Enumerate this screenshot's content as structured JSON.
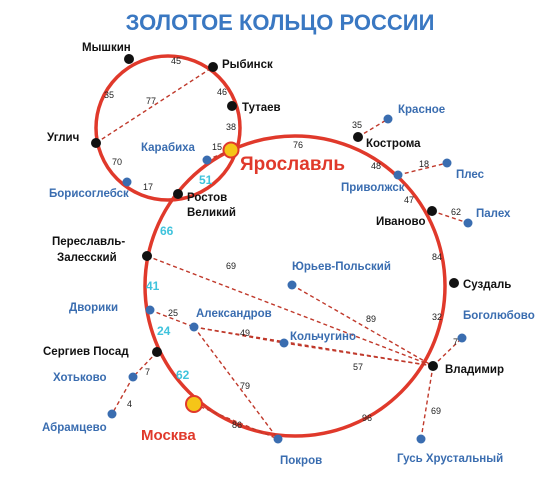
{
  "title": "ЗОЛОТОЕ КОЛЬЦО РОССИИ",
  "colors": {
    "ring": "#e0392b",
    "title": "#3a78c2",
    "blue_label": "#3a6db0",
    "cyan_number": "#3fc3dc",
    "main_city_marker": "#f5c518",
    "node": "#111111",
    "side_node": "#3a6db0"
  },
  "cities": {
    "myshkin": "Мышкин",
    "rybinsk": "Рыбинск",
    "tutaev": "Тутаев",
    "uglich": "Углич",
    "karabikha": "Карабиха",
    "yaroslavl": "Ярославль",
    "kostroma": "Кострома",
    "krasnoe": "Красное",
    "borisoglebsk": "Борисоглебск",
    "rostov_1": "Ростов",
    "rostov_2": "Великий",
    "privolzhsk": "Приволжск",
    "ples": "Плес",
    "ivanovo": "Иваново",
    "palekh": "Палех",
    "pereslavl_1": "Переславль-",
    "pereslavl_2": "Залесский",
    "yuryev": "Юрьев-Польский",
    "suzdal": "Суздаль",
    "dvoriki": "Дворики",
    "aleksandrov": "Александров",
    "bogolyubovo": "Боголюбово",
    "kolchugino": "Кольчугино",
    "sergiev": "Сергиев Посад",
    "vladimir": "Владимир",
    "khotkovo": "Хотьково",
    "abramtsevo": "Абрамцево",
    "moscow": "Москва",
    "pokrov": "Покров",
    "gus": "Гусь Хрустальный"
  },
  "distances": {
    "myshkin_rybinsk": "45",
    "myshkin_uglich": "35",
    "uglich_rybinsk": "77",
    "rybinsk_tutaev": "46",
    "tutaev_yaroslavl": "38",
    "karabikha_yaroslavl": "15",
    "uglich_borisoglebsk": "70",
    "borisoglebsk_rostov": "17",
    "rostov_yaroslavl": "51",
    "yaroslavl_kostroma": "76",
    "kostroma_krasnoe": "35",
    "kostroma_privolzhsk": "48",
    "privolzhsk_ples": "18",
    "privolzhsk_ivanovo": "47",
    "ivanovo_palekh": "62",
    "rostov_pereslavl": "66",
    "pereslavl_vladimir": "69",
    "ivanovo_suzdal": "84",
    "pereslavl_sergiev": "41",
    "dvoriki_aleksandrov": "25",
    "aleksandrov_kolchugino": "49",
    "yuryev_vladimir": "89",
    "suzdal_vladimir": "32",
    "vladimir_bogolyubovo": "7",
    "sergiev_aleksandrov": "24",
    "kolchugino_vladimir": "57",
    "sergiev_khotkovo": "7",
    "khotkovo_abramtsevo": "4",
    "sergiev_moscow": "62",
    "aleksandrov_pokrov": "79",
    "moscow_pokrov": "86",
    "vladimir_moscow": "96",
    "vladimir_gus": "69"
  }
}
